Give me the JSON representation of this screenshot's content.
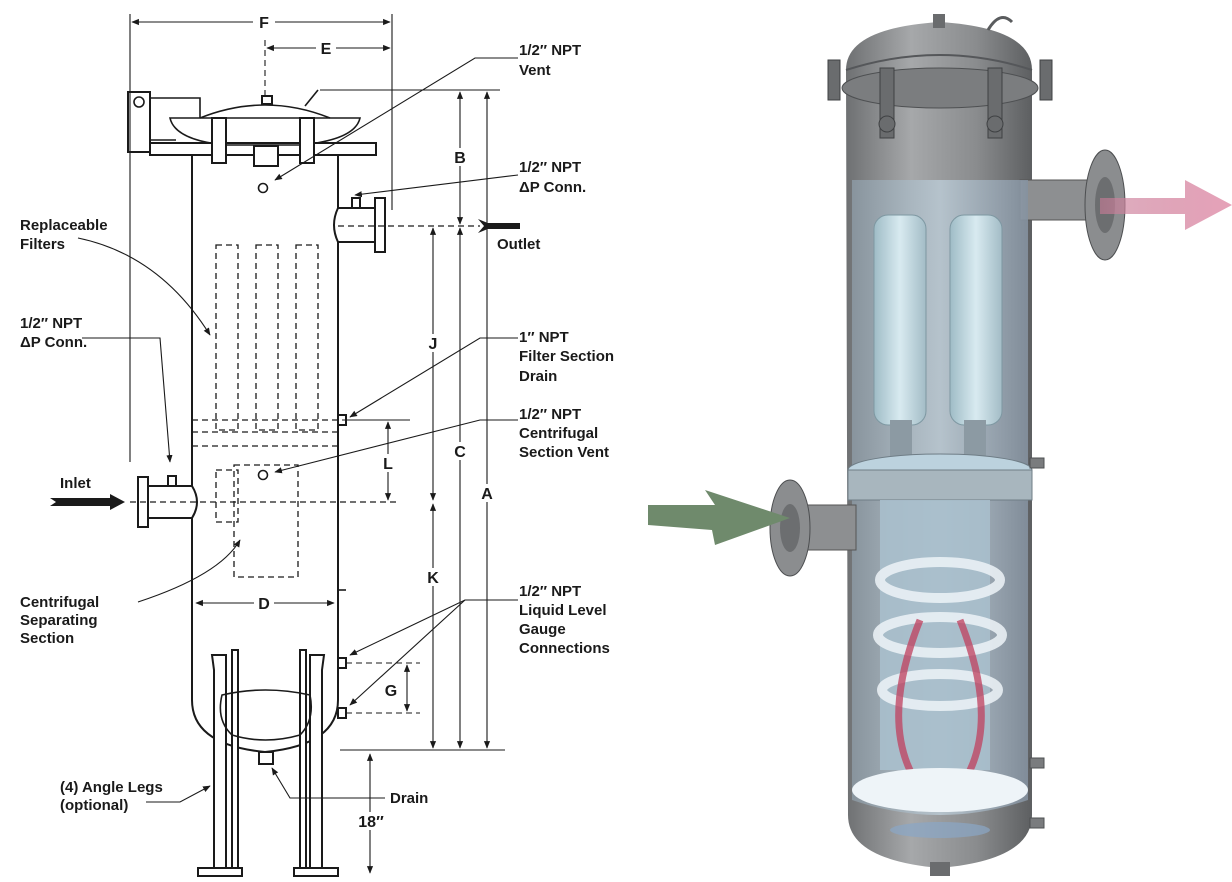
{
  "dimension_labels": {
    "A": "A",
    "B": "B",
    "C": "C",
    "D": "D",
    "E": "E",
    "F": "F",
    "G": "G",
    "J": "J",
    "K": "K",
    "L": "L",
    "leg_height": "18″"
  },
  "callouts": {
    "vent": [
      "1/2″ NPT",
      "Vent"
    ],
    "dp_conn_outlet": [
      "1/2″ NPT",
      "ΔP Conn."
    ],
    "outlet": "Outlet",
    "replaceable_filters": [
      "Replaceable",
      "Filters"
    ],
    "dp_conn_inlet": [
      "1/2″ NPT",
      "ΔP Conn."
    ],
    "filter_section_drain": [
      "1″ NPT",
      "Filter Section",
      "Drain"
    ],
    "centrifugal_vent": [
      "1/2″ NPT",
      "Centrifugal",
      "Section Vent"
    ],
    "inlet": "Inlet",
    "centrifugal_separating": [
      "Centrifugal",
      "Separating",
      "Section"
    ],
    "liquid_level_gauge": [
      "1/2″ NPT",
      "Liquid Level",
      "Gauge",
      "Connections"
    ],
    "angle_legs": [
      "(4) Angle Legs",
      "(optional)"
    ],
    "drain": "Drain"
  },
  "colors": {
    "line": "#1a1a1a",
    "vessel": "#8a8c8e",
    "inlet_arrow": "#6f8a6c",
    "outlet_arrow": "#d98aa3",
    "filter": "#b9d4dc",
    "swirl": "#c0405e"
  },
  "icons": {
    "inlet_arrow": "green-flow-arrow-icon",
    "outlet_arrow": "pink-flow-arrow-icon"
  }
}
